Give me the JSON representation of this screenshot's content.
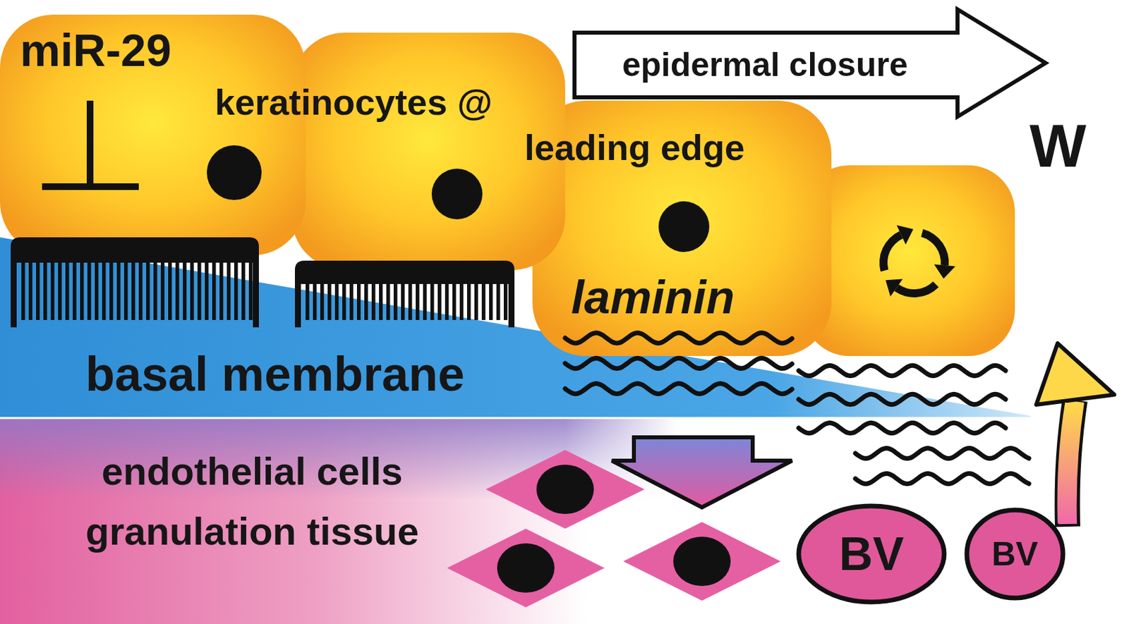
{
  "diagram": {
    "nodes": [
      {
        "text": [
          "epidermal closure"
        ]
      },
      {
        "text": [
          "BV"
        ]
      },
      {
        "text": [
          "BV"
        ]
      }
    ],
    "labels": [
      "miR-29",
      "keratinocytes @",
      "leading edge",
      "laminin",
      "basal membrane",
      "endothelial cells granulation tissue",
      "W"
    ]
  }
}
